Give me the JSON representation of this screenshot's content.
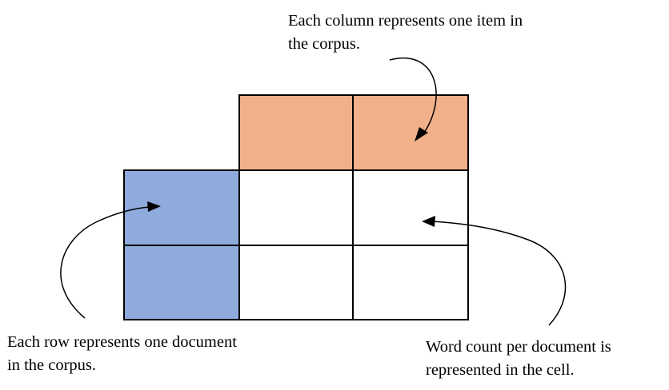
{
  "annotations": {
    "column": {
      "line1": "Each column represents one item in",
      "line2": "the corpus."
    },
    "row": {
      "line1": "Each row represents one document",
      "line2": "in the corpus."
    },
    "cell": {
      "line1": "Word count per document is",
      "line2": "represented in the cell."
    }
  },
  "colors": {
    "column_header": "#F2B08A",
    "row_header": "#8FAADC",
    "cell": "#FFFFFF",
    "border": "#000000"
  }
}
